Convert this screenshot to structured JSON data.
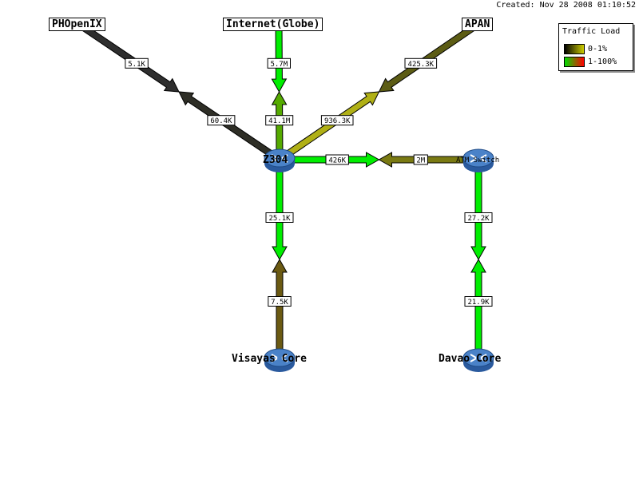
{
  "created": "Created: Nov 28 2008 01:10:52",
  "legend": {
    "title": "Traffic Load",
    "items": [
      {
        "label": "0-1%",
        "from": "#000000",
        "to": "#cccc00"
      },
      {
        "label": "1-100%",
        "from": "#00dd00",
        "to": "#ff0000"
      }
    ]
  },
  "nodes": [
    {
      "id": "phopenix",
      "label": "PHOpenIX"
    },
    {
      "id": "internet",
      "label": "Internet(Globe)"
    },
    {
      "id": "apan",
      "label": "APAN"
    },
    {
      "id": "z304",
      "label": "Z304"
    },
    {
      "id": "atm",
      "label": "ATM Switch"
    },
    {
      "id": "visayas",
      "label": "Visayas Core"
    },
    {
      "id": "davao",
      "label": "Davao Core"
    }
  ],
  "links": [
    {
      "name": "link-phopenix-z304",
      "a": {
        "label": "5.1K",
        "color": "#2e2e2e"
      },
      "b": {
        "label": "60.4K",
        "color": "#2e2e26"
      }
    },
    {
      "name": "link-internet-z304",
      "a": {
        "label": "5.7M",
        "color": "#00ee00"
      },
      "b": {
        "label": "41.1M",
        "color": "#55aa00"
      }
    },
    {
      "name": "link-apan-z304",
      "a": {
        "label": "425.3K",
        "color": "#5c5c14"
      },
      "b": {
        "label": "936.3K",
        "color": "#b0b016"
      }
    },
    {
      "name": "link-z304-atm",
      "a": {
        "label": "426K",
        "color": "#00ee00"
      },
      "b": {
        "label": "2M",
        "color": "#7a7a12"
      }
    },
    {
      "name": "link-z304-visayas",
      "a": {
        "label": "25.1K",
        "color": "#00ee00"
      },
      "b": {
        "label": "7.5K",
        "color": "#6b5a12"
      }
    },
    {
      "name": "link-atm-davao",
      "a": {
        "label": "27.2K",
        "color": "#00ee00"
      },
      "b": {
        "label": "21.9K",
        "color": "#00ee00"
      }
    }
  ]
}
